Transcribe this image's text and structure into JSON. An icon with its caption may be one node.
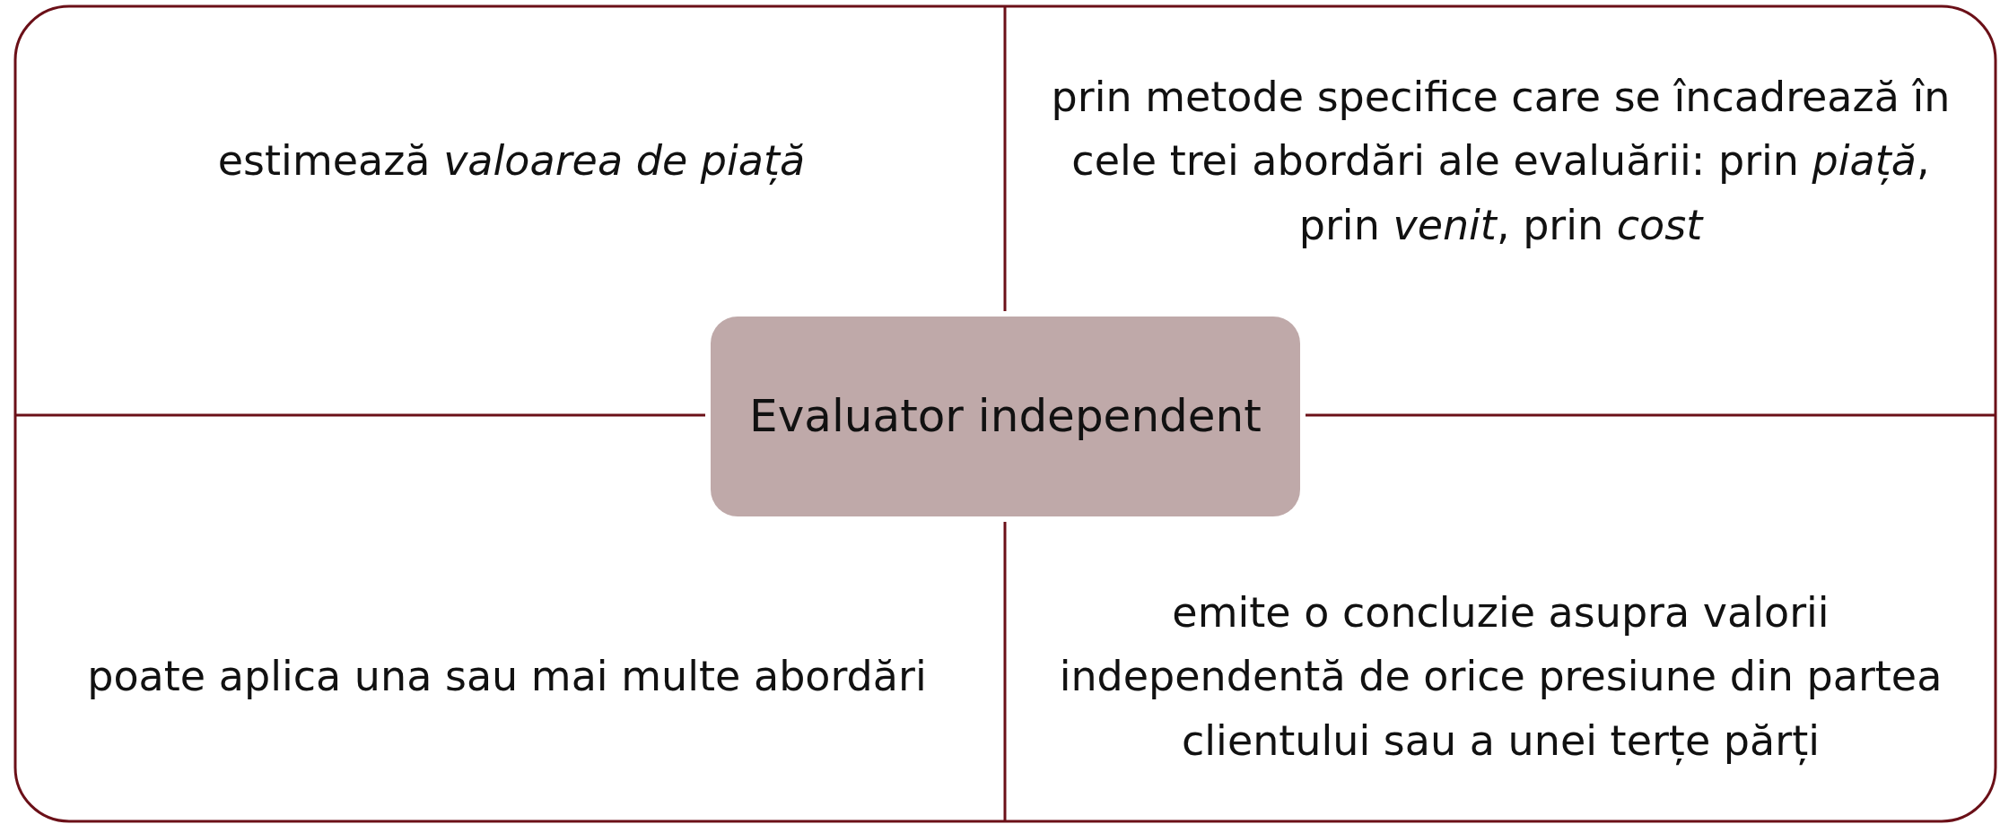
{
  "diagram": {
    "nodes": [
      {
        "text": [
          "estimează *valoarea de piață*"
        ]
      },
      {
        "text": [
          "prin metode specifice care se încadrează în cele trei abordări ale evaluării: prin *piață*, prin *venit*, prin *cost*"
        ]
      },
      {
        "text": [
          "Evaluator independent"
        ]
      },
      {
        "text": [
          "poate aplica una sau mai multe abordări"
        ]
      },
      {
        "text": [
          "emite o concluzie asupra valorii independentă de orice presiune din partea clientului sau a unei terțe părți"
        ]
      }
    ],
    "edges": []
  }
}
